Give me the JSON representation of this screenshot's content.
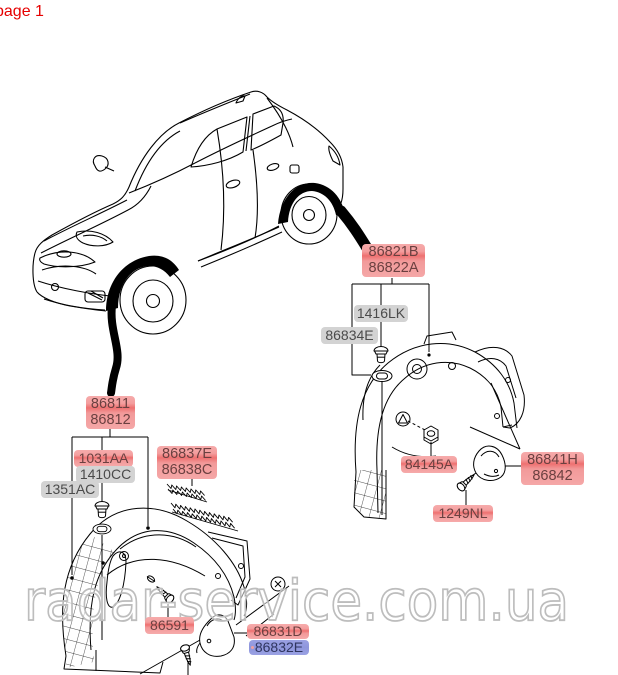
{
  "page": {
    "title": "page 1"
  },
  "watermark": {
    "text": "radar-service.com.ua"
  },
  "colors": {
    "page_title": "#e60000",
    "highlight_red_bg": "#f5a5a5",
    "highlight_red_stripe": "#ee7070",
    "highlight_blue_bg": "#8e96dc",
    "label_gray_bg": "#d3d3d3",
    "label_gray_text": "#4b4b4b",
    "drawing_line": "#000000",
    "watermark_outline": "#bdbdbd"
  },
  "parts": {
    "rear_wheel_guard": {
      "line1": "86821B",
      "line2": "86822A",
      "highlight": "red"
    },
    "rear_clip": {
      "line1": "1416LK",
      "highlight": "gray"
    },
    "rear_plug": {
      "line1": "86834E",
      "highlight": "gray"
    },
    "front_wheel_guard": {
      "line1": "86811",
      "line2": "86812",
      "highlight": "red"
    },
    "front_clip_a": {
      "line1": "1031AA",
      "highlight": "red"
    },
    "front_clip_b": {
      "line1": "1410CC",
      "highlight": "gray"
    },
    "front_clip_c": {
      "line1": "1351AC",
      "highlight": "gray"
    },
    "front_tread": {
      "line1": "86837E",
      "line2": "86838C",
      "highlight": "red"
    },
    "rear_nut": {
      "line1": "84145A",
      "highlight": "red"
    },
    "rear_mud_guard": {
      "line1": "86841H",
      "line2": "86842",
      "highlight": "red"
    },
    "rear_screw": {
      "line1": "1249NL",
      "highlight": "red"
    },
    "front_screw": {
      "line1": "86591",
      "highlight": "red"
    },
    "front_mud_guard": {
      "line1": "86831D",
      "highlight": "red"
    },
    "front_mud_guard_alt": {
      "line1": "86832E",
      "highlight": "blue"
    }
  },
  "icons": {
    "fasteners": [
      "push-pin-clip-icon",
      "grommet-clip-icon",
      "hex-nut-icon",
      "tapping-screw-icon"
    ]
  }
}
